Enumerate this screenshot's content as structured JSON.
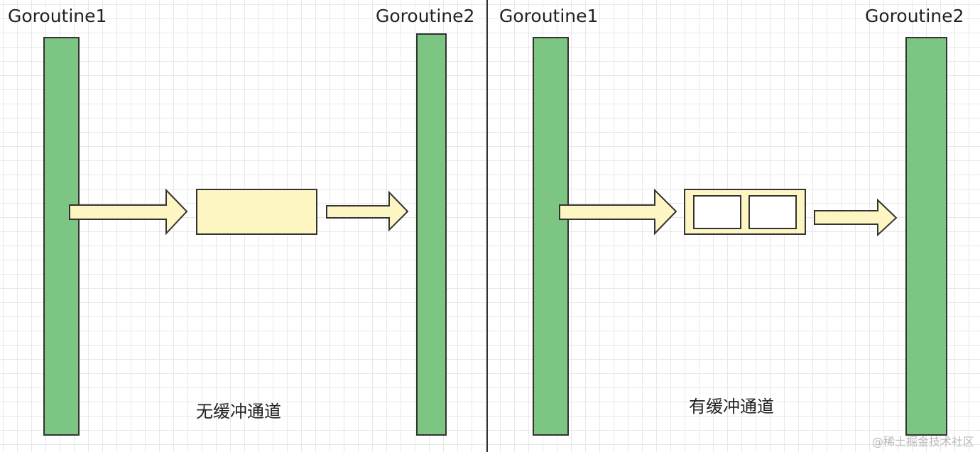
{
  "colors": {
    "goroutine_fill": "#7dc583",
    "channel_fill": "#fdf6c3",
    "arrow_fill": "#fdf6c3",
    "outline": "#333333",
    "divider": "#333333"
  },
  "left_panel": {
    "goroutine1_label": "Goroutine1",
    "goroutine2_label": "Goroutine2",
    "caption": "无缓冲通道",
    "buffer_slots": 0
  },
  "right_panel": {
    "goroutine1_label": "Goroutine1",
    "goroutine2_label": "Goroutine2",
    "caption": "有缓冲通道",
    "buffer_slots": 2
  },
  "watermark": "@稀土掘金技术社区"
}
